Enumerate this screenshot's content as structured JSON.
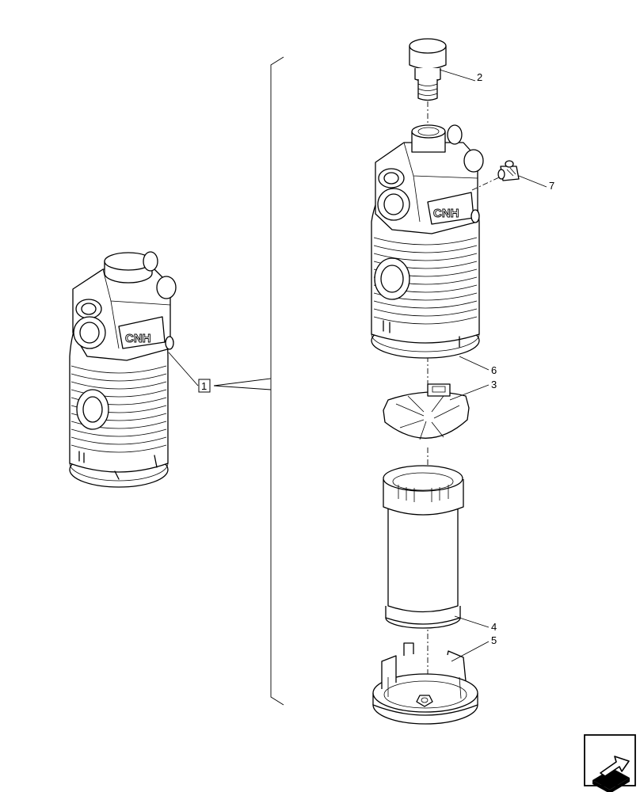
{
  "callouts": {
    "assembly": "1",
    "cap": "2",
    "baffle": "3",
    "element": "4",
    "bowl": "5",
    "housing": "6",
    "indicator": "7"
  },
  "logo_text": "CNH",
  "icons": {
    "nav": "next-page-arrow-icon"
  }
}
